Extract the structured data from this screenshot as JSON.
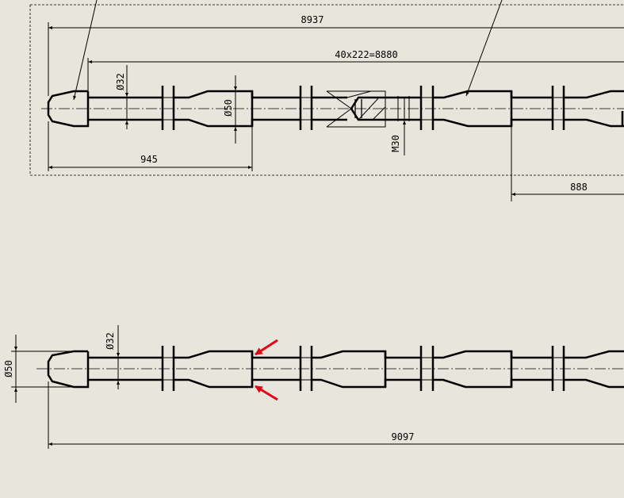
{
  "dimensions": {
    "overall_length_top": "8937",
    "pitch_spacing": "40x222=8880",
    "diameter_32_top": "Ø32",
    "diameter_50_top": "Ø50",
    "thread_m30": "M30",
    "first_segment_length": "945",
    "offset_888": "888",
    "diameter_50_bottom": "Ø50",
    "diameter_32_bottom": "Ø32",
    "overall_length_bottom": "9097"
  },
  "colors": {
    "background": "#e8e6dc",
    "line": "#000000",
    "highlight_arrow": "#e30613"
  },
  "annotations": {
    "highlight_arrows": 2
  }
}
